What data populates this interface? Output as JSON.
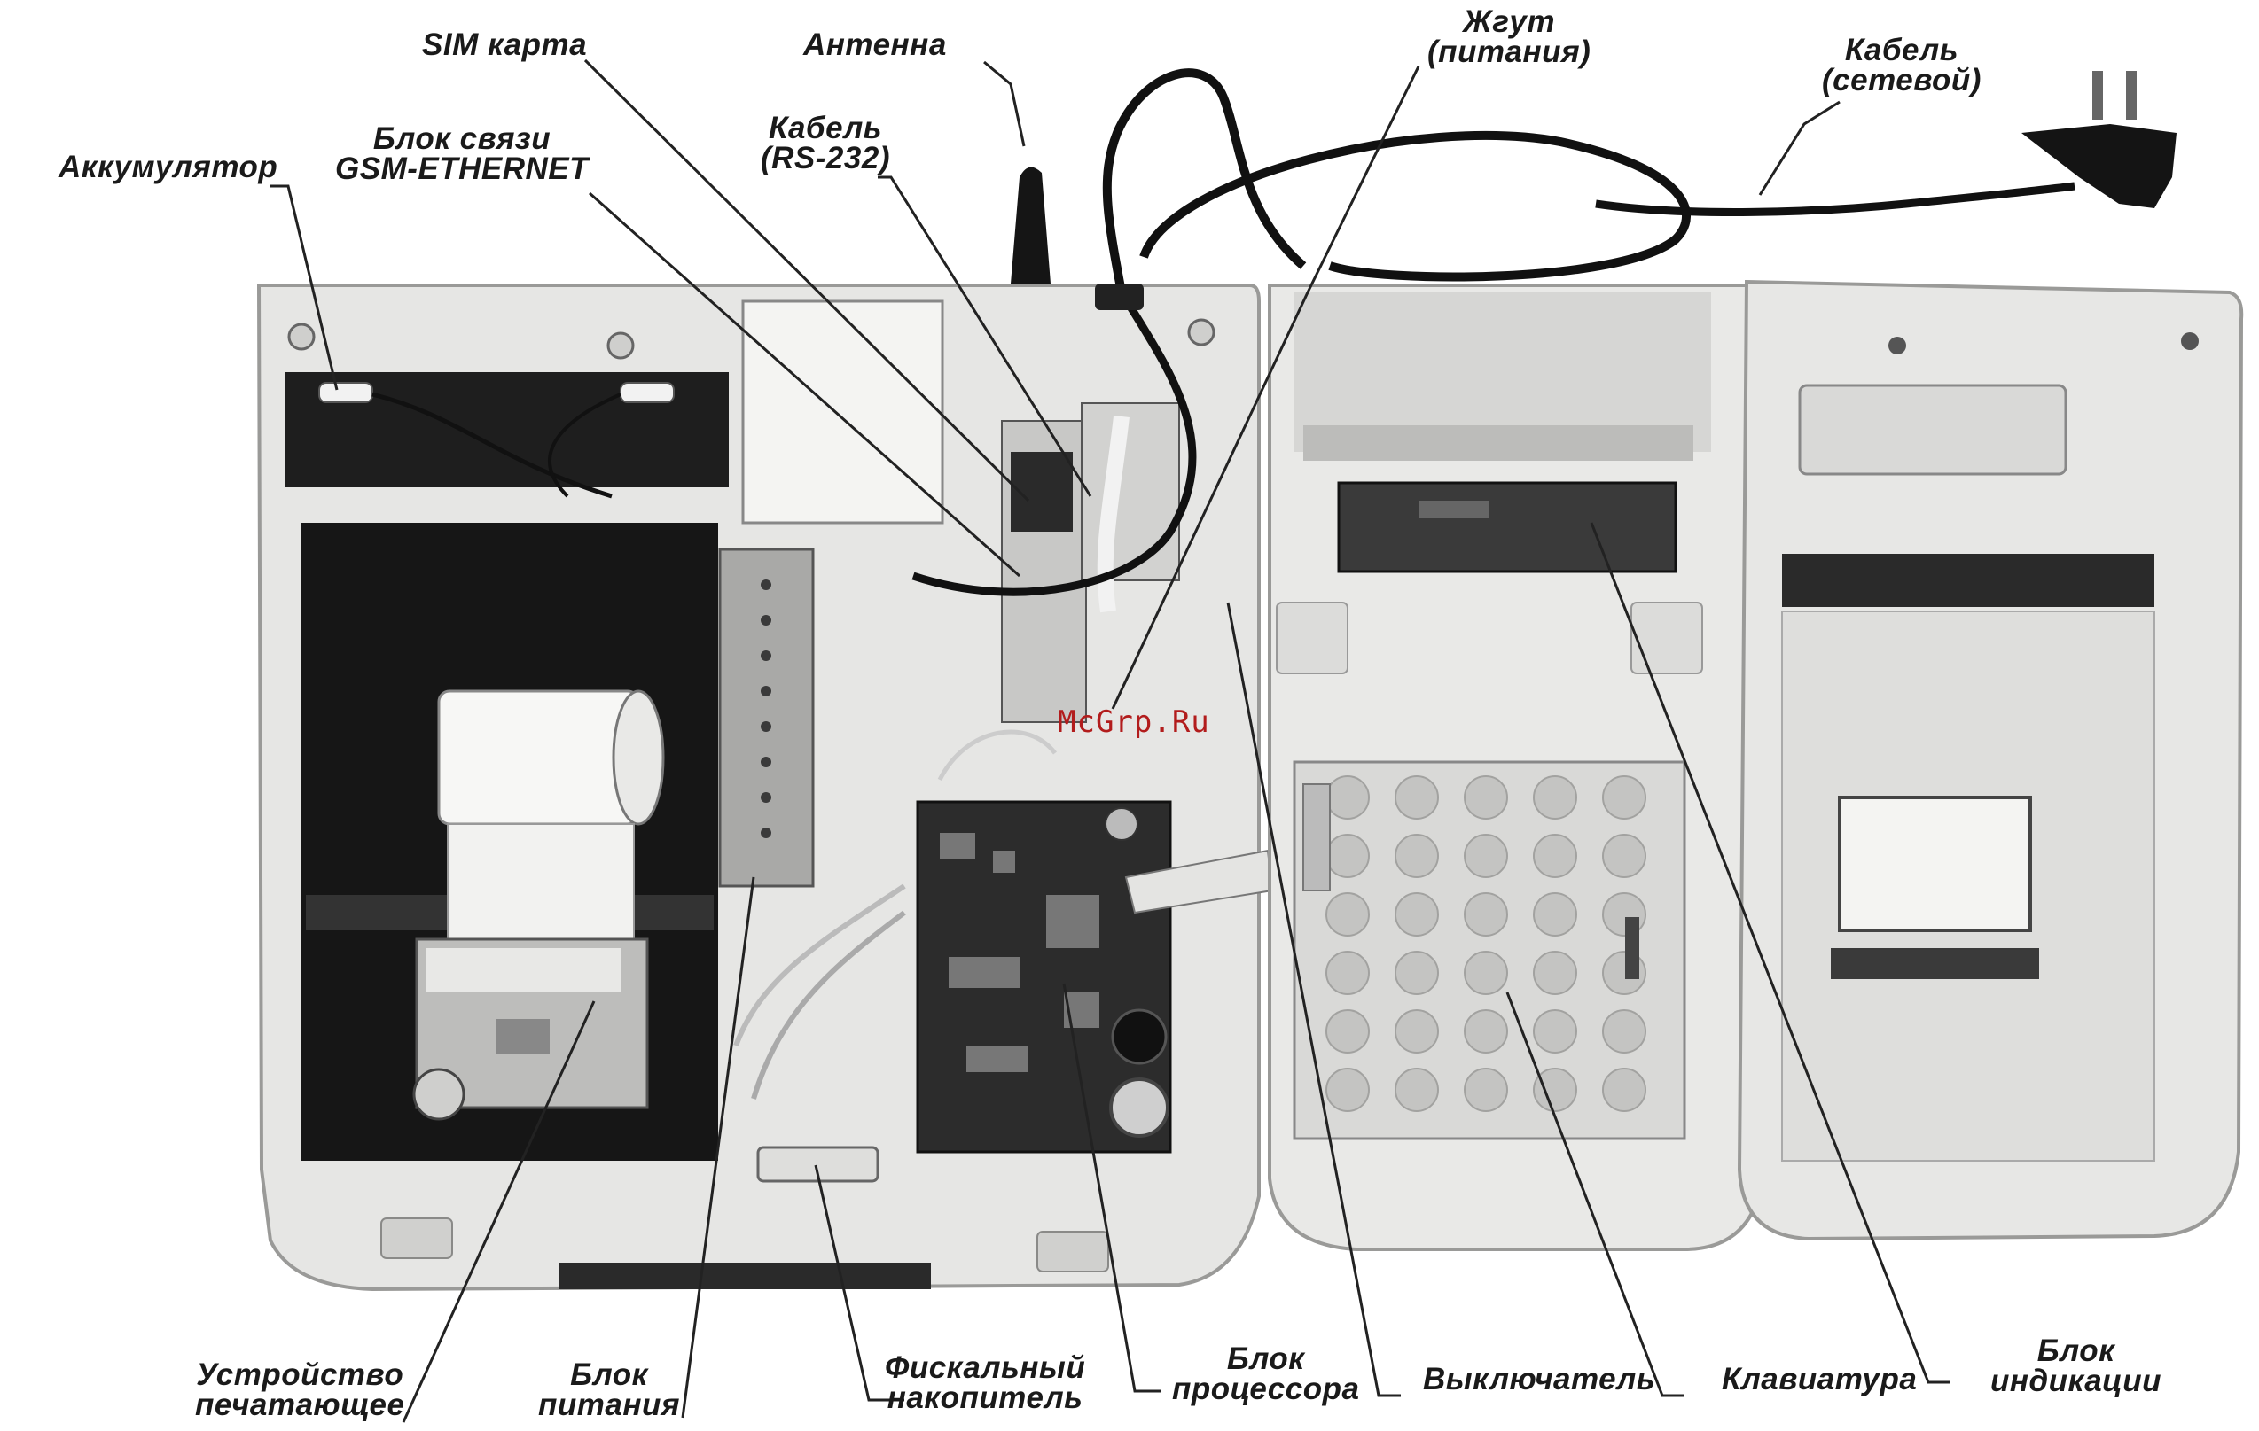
{
  "labels": {
    "akkumulyator": "Аккумулятор",
    "blok_svyazi": [
      "Блок связи",
      "GSM-ETHERNET"
    ],
    "sim_karta": "SIM карта",
    "antenna": "Антенна",
    "kabel_rs": [
      "Кабель",
      "(RS-232)"
    ],
    "zhgut": [
      "Жгут",
      "(питания)"
    ],
    "kabel_set": [
      "Кабель",
      "(сетевой)"
    ],
    "ustroystvo": [
      "Устройство",
      "печатающее"
    ],
    "blok_pitaniya": [
      "Блок",
      "питания"
    ],
    "fiskalnyy": [
      "Фискальный",
      "накопитель"
    ],
    "blok_processora": [
      "Блок",
      "процессора"
    ],
    "vyklyuchatel": "Выключатель",
    "klaviatura": "Клавиатура",
    "blok_indikacii": [
      "Блок",
      "индикации"
    ]
  },
  "watermark": "McGrp.Ru",
  "colors": {
    "leader": "#222222",
    "housing": "#e4e4e2",
    "housing_dark": "#c9c9c7",
    "cavity": "#1c1c1c",
    "pcb": "#2e2e2e",
    "watermark": "#b21c1c"
  }
}
